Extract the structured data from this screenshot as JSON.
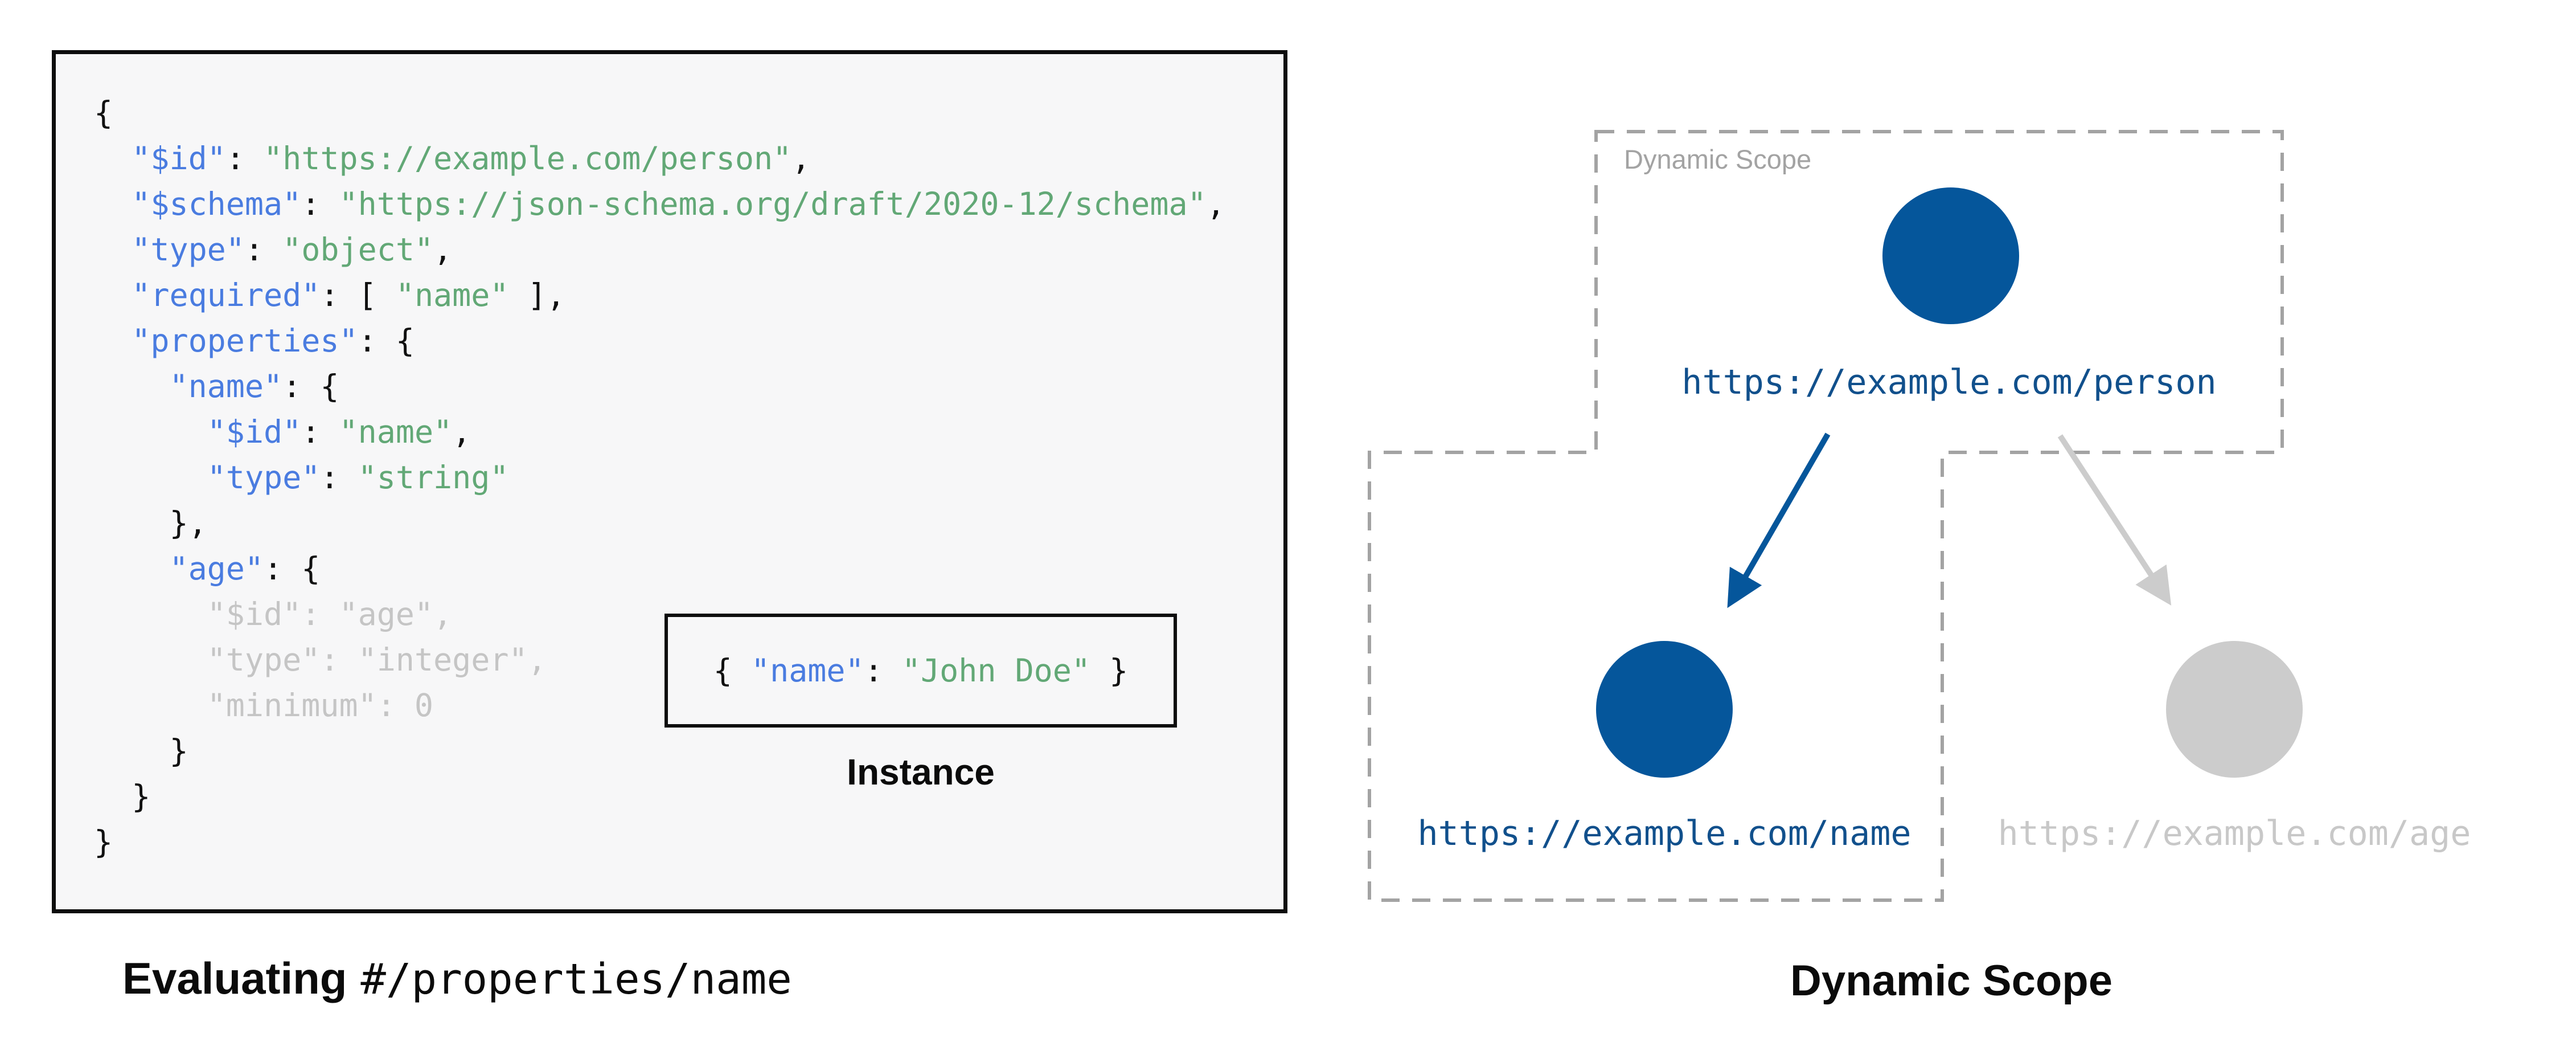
{
  "colors": {
    "panel_bg": "#f7f7f8",
    "tok_key": "#4a7ce0",
    "tok_str": "#62a876",
    "tok_plain": "#111111",
    "tok_dim": "#c5c5c5",
    "node_blue": "#05569b",
    "url_blue": "#11508c",
    "inactive_gray": "#cccccc",
    "inactive_text": "#c8c8c8",
    "dash_gray": "#a3a3a3"
  },
  "panel": {
    "code_lines": [
      [
        {
          "t": "{",
          "c": "p"
        }
      ],
      [
        {
          "t": "  ",
          "c": "p"
        },
        {
          "t": "\"$id\"",
          "c": "key"
        },
        {
          "t": ": ",
          "c": "p"
        },
        {
          "t": "\"https://example.com/person\"",
          "c": "str"
        },
        {
          "t": ",",
          "c": "p"
        }
      ],
      [
        {
          "t": "  ",
          "c": "p"
        },
        {
          "t": "\"$schema\"",
          "c": "key"
        },
        {
          "t": ": ",
          "c": "p"
        },
        {
          "t": "\"https://json-schema.org/draft/2020-12/schema\"",
          "c": "str"
        },
        {
          "t": ",",
          "c": "p"
        }
      ],
      [
        {
          "t": "  ",
          "c": "p"
        },
        {
          "t": "\"type\"",
          "c": "key"
        },
        {
          "t": ": ",
          "c": "p"
        },
        {
          "t": "\"object\"",
          "c": "str"
        },
        {
          "t": ",",
          "c": "p"
        }
      ],
      [
        {
          "t": "  ",
          "c": "p"
        },
        {
          "t": "\"required\"",
          "c": "key"
        },
        {
          "t": ": [ ",
          "c": "p"
        },
        {
          "t": "\"name\"",
          "c": "str"
        },
        {
          "t": " ],",
          "c": "p"
        }
      ],
      [
        {
          "t": "  ",
          "c": "p"
        },
        {
          "t": "\"properties\"",
          "c": "key"
        },
        {
          "t": ": {",
          "c": "p"
        }
      ],
      [
        {
          "t": "    ",
          "c": "p"
        },
        {
          "t": "\"name\"",
          "c": "key"
        },
        {
          "t": ": {",
          "c": "p"
        }
      ],
      [
        {
          "t": "      ",
          "c": "p"
        },
        {
          "t": "\"$id\"",
          "c": "key"
        },
        {
          "t": ": ",
          "c": "p"
        },
        {
          "t": "\"name\"",
          "c": "str"
        },
        {
          "t": ",",
          "c": "p"
        }
      ],
      [
        {
          "t": "      ",
          "c": "p"
        },
        {
          "t": "\"type\"",
          "c": "key"
        },
        {
          "t": ": ",
          "c": "p"
        },
        {
          "t": "\"string\"",
          "c": "str"
        }
      ],
      [
        {
          "t": "    },",
          "c": "p"
        }
      ],
      [
        {
          "t": "    ",
          "c": "p"
        },
        {
          "t": "\"age\"",
          "c": "key"
        },
        {
          "t": ": {",
          "c": "p"
        }
      ],
      [
        {
          "t": "      \"$id\": \"age\",",
          "c": "dim"
        }
      ],
      [
        {
          "t": "      \"type\": \"integer\",",
          "c": "dim"
        }
      ],
      [
        {
          "t": "      \"minimum\": 0",
          "c": "dim"
        }
      ],
      [
        {
          "t": "    }",
          "c": "p"
        }
      ],
      [
        {
          "t": "  }",
          "c": "p"
        }
      ],
      [
        {
          "t": "}",
          "c": "p"
        }
      ]
    ],
    "instance_tokens": [
      [
        {
          "t": "{ ",
          "c": "p"
        },
        {
          "t": "\"name\"",
          "c": "key"
        },
        {
          "t": ": ",
          "c": "p"
        },
        {
          "t": "\"John Doe\"",
          "c": "str"
        },
        {
          "t": " }",
          "c": "p"
        }
      ]
    ],
    "instance_label": "Instance",
    "caption_bold": "Evaluating",
    "caption_mono": "#/properties/name"
  },
  "diagram": {
    "scope_label": "Dynamic Scope",
    "caption": "Dynamic Scope",
    "nodes": [
      {
        "id": "person",
        "url": "https://example.com/person",
        "state": "active"
      },
      {
        "id": "name",
        "url": "https://example.com/name",
        "state": "active"
      },
      {
        "id": "age",
        "url": "https://example.com/age",
        "state": "inactive"
      }
    ]
  }
}
